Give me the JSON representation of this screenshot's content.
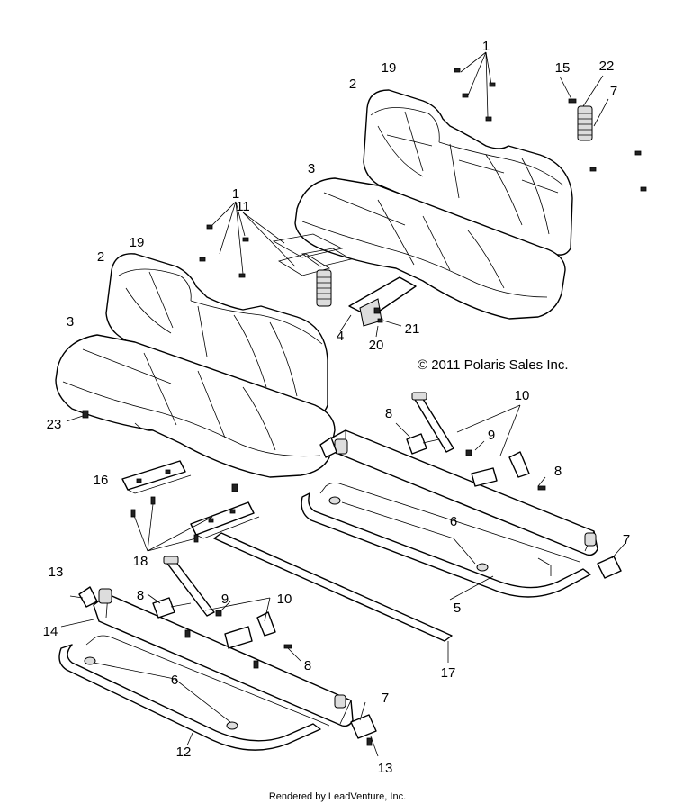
{
  "copyright": "© 2011 Polaris Sales Inc.",
  "credit": "Rendered by LeadVenture, Inc.",
  "callouts": [
    "1",
    "19",
    "2",
    "3",
    "15",
    "22",
    "7",
    "11",
    "4",
    "20",
    "21",
    "23",
    "10",
    "8",
    "9",
    "16",
    "18",
    "6",
    "5",
    "13",
    "14",
    "12",
    "17"
  ]
}
